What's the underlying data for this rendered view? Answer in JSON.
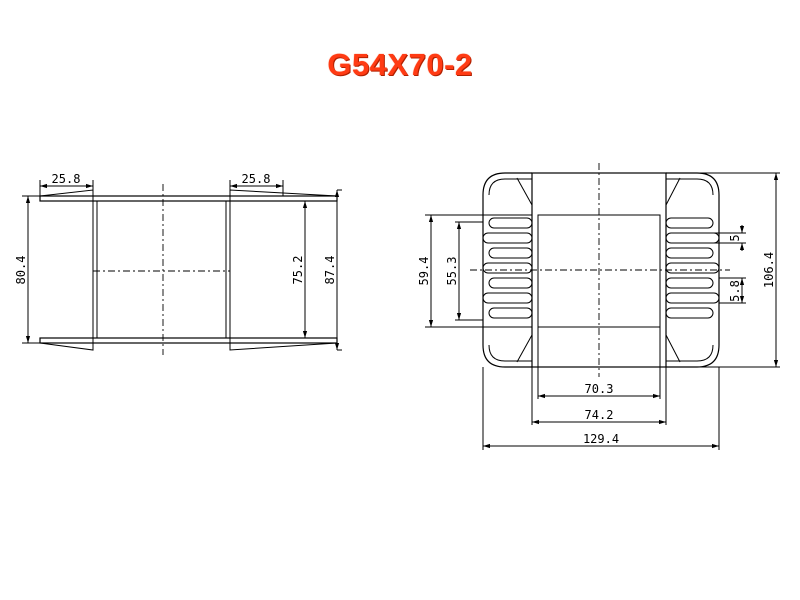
{
  "title": "G54X70-2",
  "left_view": {
    "dim_top_left": "25.8",
    "dim_top_right": "25.8",
    "dim_outer_left": "80.4",
    "dim_inner_right": "75.2",
    "dim_outer_right": "87.4"
  },
  "right_view": {
    "dim_left_outer": "59.4",
    "dim_left_inner": "55.3",
    "dim_slot_5": "5",
    "dim_slot_5_8": "5.8",
    "dim_right_height": "106.4",
    "dim_bottom_1": "70.3",
    "dim_bottom_2": "74.2",
    "dim_bottom_3": "129.4"
  }
}
